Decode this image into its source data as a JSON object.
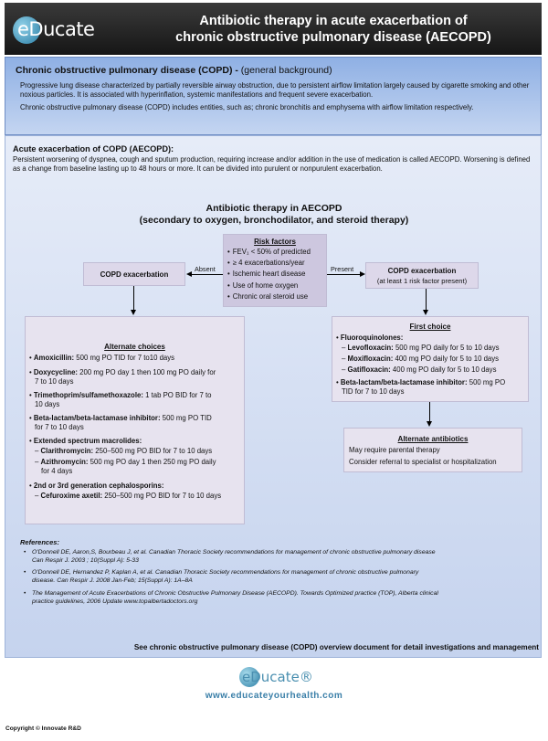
{
  "header": {
    "logo_text": "eDucate",
    "title_line1": "Antibiotic therapy in acute exacerbation of",
    "title_line2": "chronic obstructive pulmonary disease (AECOPD)"
  },
  "background": {
    "heading_bold": "Chronic obstructive pulmonary disease (COPD) -",
    "heading_rest": " (general background)",
    "para1": "Progressive lung disease characterized by partially reversible airway obstruction, due to persistent airflow limitation largely caused by cigarette smoking and other noxious particles. It is associated with hyperinflation, systemic manifestations and frequent severe exacerbation.",
    "para2": "Chronic obstructive pulmonary disease (COPD) includes entities, such as; chronic bronchitis and emphysema with airflow limitation respectively."
  },
  "aecopd": {
    "heading": "Acute exacerbation of COPD (AECOPD):",
    "text": "Persistent worsening of dyspnea, cough and sputum production, requiring increase and/or addition in the use of medication is called AECOPD. Worsening is defined as a change from baseline lasting up to 48 hours or more. It can be divided into purulent or nonpurulent exacerbation."
  },
  "flow": {
    "title_line1": "Antibiotic therapy in AECOPD",
    "title_line2": "(secondary to oxygen, bronchodilator, and steroid therapy)",
    "risk_title": "Risk factors",
    "risk_items": [
      "FEV₁ < 50% of predicted",
      "≥ 4 exacerbations/year",
      "Ischemic heart disease",
      "Use of home oxygen",
      "Chronic oral steroid use"
    ],
    "absent_label": "Absent",
    "present_label": "Present",
    "left_box": "COPD exacerbation",
    "right_box_title": "COPD exacerbation",
    "right_box_sub": "(at least 1 risk factor present)"
  },
  "alternate": {
    "title": "Alternate choices",
    "amox_b": "Amoxicillin:",
    "amox": " 500 mg PO TID for 7 to10 days",
    "doxy_b": "Doxycycline:",
    "doxy1": " 200 mg PO day 1 then 100 mg PO daily for",
    "doxy2": "7 to 10 days",
    "tmp_b": "Trimethoprim/sulfamethoxazole:",
    "tmp1": " 1 tab PO BID for 7 to",
    "tmp2": "10 days",
    "bl_b": "Beta-lactam/beta-lactamase inhibitor:",
    "bl1": " 500 mg PO TID",
    "bl2": "for 7 to 10 days",
    "macro_b": "Extended spectrum macrolides:",
    "clar_b": "Clarithromycin:",
    "clar": " 250–500 mg PO BID for 7 to 10 days",
    "azi_b": "Azithromycin:",
    "azi1": " 500 mg PO day 1 then 250 mg PO daily",
    "azi2": "for 4 days",
    "ceph_b": "2nd or 3rd generation cephalosporins:",
    "cef_b": "Cefuroxime axetil:",
    "cef": " 250–500 mg PO BID for 7 to 10 days"
  },
  "first": {
    "title": "First choice",
    "fq_b": "Fluoroquinolones:",
    "levo_b": "Levofloxacin:",
    "levo": " 500 mg PO daily for 5 to 10 days",
    "moxi_b": "Moxifloxacin:",
    "moxi": " 400 mg PO daily for 5 to 10 days",
    "gati_b": "Gatifloxacin:",
    "gati": " 400 mg PO daily for 5 to 10 days",
    "bl_b": "Beta-lactam/beta-lactamase inhibitor:",
    "bl1": " 500 mg PO",
    "bl2": "TID for 7 to 10 days"
  },
  "alt_antibiotics": {
    "title": "Alternate antibiotics",
    "line1": "May require parental therapy",
    "line2": "Consider referral to specialist or hospitalization"
  },
  "references": {
    "heading": "References:",
    "r1a": "O'Donnell DE, Aaron,S,   Bourbeau J,  et al. Canadian Thoracic Society recommendations for management of chronic obstructive pulmonary disease",
    "r1b": "Can Respir J. 2003 ; 10(Suppl A): 5-33",
    "r2a": "O'Donnell DE, Hernandez P,   Kaplan A, et al. Canadian Thoracic Society recommendations for management of chronic obstructive pulmonary",
    "r2b": "disease. Can Respir J. 2008 Jan-Feb; 15(Suppl A): 1A–8A",
    "r3a": "The Management of Acute Exacerbations of Chronic Obstructive Pulmonary Disease (AECOPD). Towards Optimized practice (TOP), Alberta clinical",
    "r3b": "practice guidelines, 2006 Update www.topalbertadoctors.org"
  },
  "footer": {
    "see": "See chronic obstructive pulmonary disease (COPD) overview document for detail investigations and management",
    "logo_text": "eDucate®",
    "website": "www.educateyourhealth.com",
    "copyright": "Copyright © Innovate R&D"
  }
}
